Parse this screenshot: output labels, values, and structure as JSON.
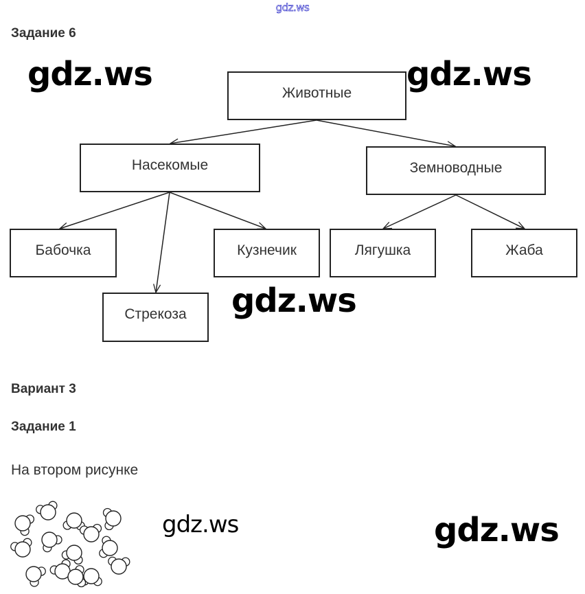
{
  "header": {
    "watermark": "gdz.ws"
  },
  "task6": {
    "heading": "Задание 6",
    "diagram": {
      "root": "Животные",
      "groups": [
        {
          "label": "Насекомые",
          "children": [
            "Бабочка",
            "Стрекоза",
            "Кузнечик"
          ]
        },
        {
          "label": "Земноводные",
          "children": [
            "Лягушка",
            "Жаба"
          ]
        }
      ]
    }
  },
  "variant": {
    "heading": "Вариант 3"
  },
  "task1": {
    "heading": "Задание 1",
    "answer": "На втором рисунке",
    "figure": {
      "icon": "water-molecules-figure",
      "molecule_count": 14
    }
  },
  "watermarks": [
    "gdz.ws",
    "gdz.ws",
    "gdz.ws",
    "gdz.ws",
    "gdz.ws"
  ]
}
